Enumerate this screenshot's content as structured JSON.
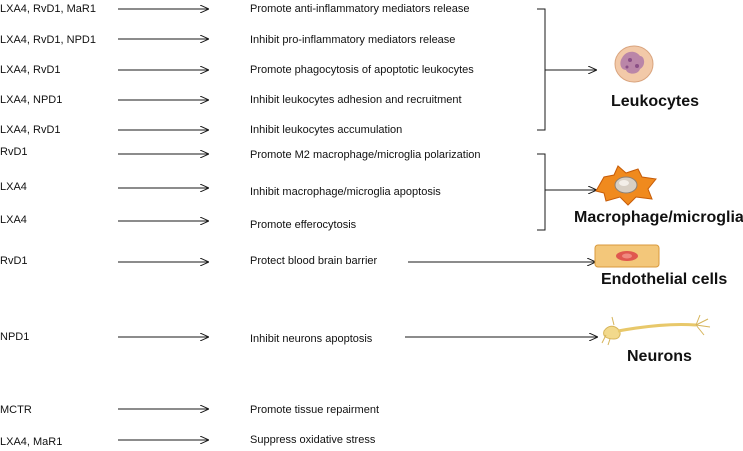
{
  "rows": [
    {
      "mediators": "LXA4, RvD1, MaR1",
      "action": "Promote anti-inflammatory mediators release"
    },
    {
      "mediators": "LXA4, RvD1, NPD1",
      "action": "Inhibit pro-inflammatory mediators release"
    },
    {
      "mediators": "LXA4, RvD1",
      "action": "Promote phagocytosis of apoptotic leukocytes"
    },
    {
      "mediators": "LXA4, NPD1",
      "action": "Inhibit leukocytes adhesion and recruitment"
    },
    {
      "mediators": "LXA4, RvD1",
      "action": "Inhibit leukocytes accumulation"
    },
    {
      "mediators": "RvD1",
      "action": "Promote M2 macrophage/microglia polarization"
    },
    {
      "mediators": "LXA4",
      "action": "Inhibit macrophage/microglia  apoptosis"
    },
    {
      "mediators": "LXA4",
      "action": "Promote efferocytosis"
    },
    {
      "mediators": "RvD1",
      "action": "Protect blood brain barrier"
    },
    {
      "mediators": "NPD1",
      "action": "Inhibit neurons apoptosis"
    },
    {
      "mediators": "MCTR",
      "action": "Promote tissue repairment"
    },
    {
      "mediators": "LXA4, MaR1",
      "action": "Suppress  oxidative stress"
    }
  ],
  "targets": {
    "leukocytes": "Leukocytes",
    "macrophage": "Macrophage/microglia",
    "endothelial": "Endothelial cells",
    "neurons": "Neurons"
  },
  "icons": {
    "leukocytes": "leukocyte-cell-icon",
    "macrophage": "macrophage-cell-icon",
    "endothelial": "endothelial-cell-icon",
    "neurons": "neuron-cell-icon"
  },
  "colors": {
    "line": "#1a1a1a",
    "leukocyte_fill": "#f2c9a8",
    "leukocyte_nucleus": "#b07aa8",
    "macrophage_fill": "#f08a1e",
    "endothelial_fill": "#f3c77a",
    "endothelial_nucleus": "#e0574f",
    "neuron_fill": "#f2d98c"
  }
}
